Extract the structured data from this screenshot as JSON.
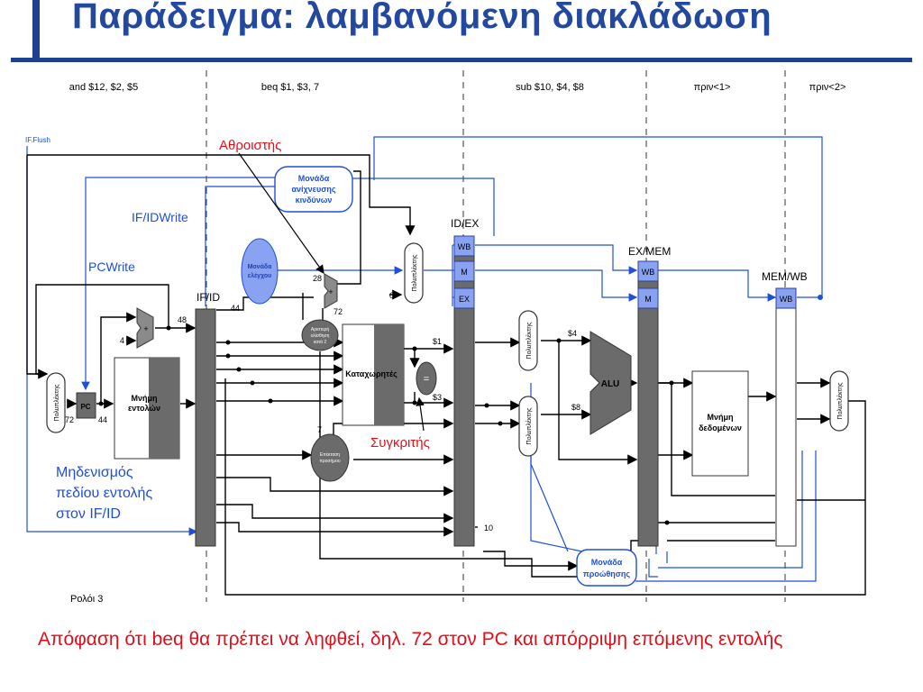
{
  "title": "Παράδειγμα: λαμβανόμενη διακλάδωση",
  "stages": {
    "s1": "and $12, $2, $5",
    "s2": "beq $1, $3, 7",
    "s3": "sub $10, $4, $8",
    "s4": "πριν<1>",
    "s5": "πριν<2>"
  },
  "signals": {
    "if_flush": "IF.Flush",
    "if_id_write": "IF/IDWrite",
    "pc_write": "PCWrite",
    "zeroing": [
      "Μηδενισμός",
      "πεδίου εντολής",
      "στον IF/ID"
    ],
    "clock": "Ρολόι 3"
  },
  "annotations": {
    "adder": "Αθροιστής",
    "comparator": "Συγκριτής"
  },
  "registers": {
    "if_id": "IF/ID",
    "id_ex": "ID/EX",
    "ex_mem": "EX/MEM",
    "mem_wb": "MEM/WB"
  },
  "units": {
    "hazard": [
      "Μονάδα",
      "ανίχνευσης",
      "κινδύνων"
    ],
    "control": [
      "Μονάδα",
      "ελέγχου"
    ],
    "forwarding": [
      "Μονάδα",
      "προώθησης"
    ],
    "instr_mem": [
      "Μνήμη",
      "εντολών"
    ],
    "data_mem": [
      "Μνήμη",
      "δεδομένων"
    ],
    "registers": "Καταχωρητές",
    "alu": "ALU",
    "pc": "PC",
    "mux": "Πολυπλέκτης",
    "shift": [
      "Αριστερή",
      "ολίσθηση",
      "κατά 2"
    ],
    "sign_ext": [
      "Επέκταση",
      "προσήμου"
    ],
    "eq": "=",
    "plus": "+"
  },
  "fields": {
    "wb": "WB",
    "m": "M",
    "ex": "EX"
  },
  "values": {
    "v48": "48",
    "v44a": "44",
    "v44b": "44",
    "v72a": "72",
    "v72b": "72",
    "v28": "28",
    "v4": "4",
    "v0": "0",
    "v7": "7",
    "v10": "10",
    "r1": "$1",
    "r3": "$3",
    "r4": "$4",
    "r8": "$8"
  },
  "caption": "Απόφαση ότι beq θα πρέπει να ληφθεί, δηλ. 72 στον PC και απόρριψη επόμενης εντολής",
  "colors": {
    "title": "#2348a0",
    "blue": "#1f4fd8",
    "red": "#e0101a",
    "reg": "#6b6b6b"
  }
}
